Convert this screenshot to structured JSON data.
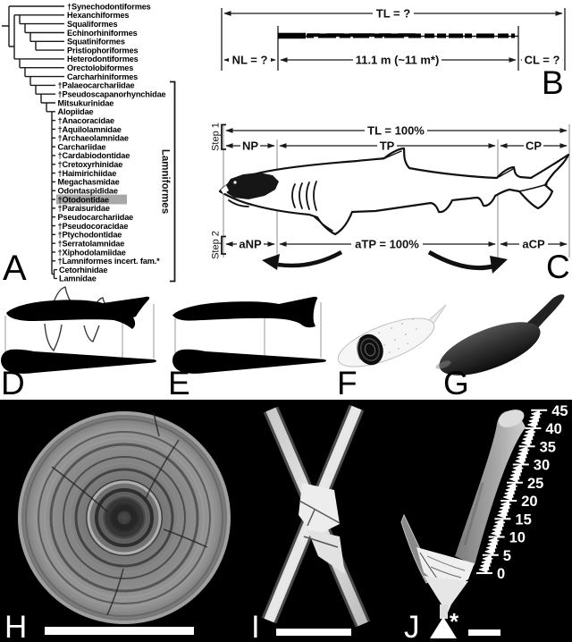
{
  "figure": {
    "colors": {
      "background": "#ffffff",
      "bottom_panel_background": "#000000",
      "otodontidae_highlight": "#a8a8a8",
      "line_color": "#1a1a1a"
    },
    "panels": {
      "A": {
        "label": "A",
        "clade_bracket_label": "Lamniformes",
        "taxa": [
          {
            "name": "†Synechodontiformes",
            "rank": "order",
            "highlighted": false
          },
          {
            "name": "Hexanchiformes",
            "rank": "order",
            "highlighted": false
          },
          {
            "name": "Squaliformes",
            "rank": "order",
            "highlighted": false
          },
          {
            "name": "Echinorhiniformes",
            "rank": "order",
            "highlighted": false
          },
          {
            "name": "Squatiniformes",
            "rank": "order",
            "highlighted": false
          },
          {
            "name": "Pristiophoriformes",
            "rank": "order",
            "highlighted": false
          },
          {
            "name": "Heterodontiformes",
            "rank": "order",
            "highlighted": false
          },
          {
            "name": "Orectolobiformes",
            "rank": "order",
            "highlighted": false
          },
          {
            "name": "Carcharhiniformes",
            "rank": "order",
            "highlighted": false
          },
          {
            "name": "†Palaeocarchariidae",
            "rank": "family",
            "highlighted": false
          },
          {
            "name": "†Pseudoscapanorhynchidae",
            "rank": "family",
            "highlighted": false
          },
          {
            "name": "Mitsukurinidae",
            "rank": "family",
            "highlighted": false
          },
          {
            "name": "Alopiidae",
            "rank": "family",
            "highlighted": false
          },
          {
            "name": "†Anacoracidae",
            "rank": "family",
            "highlighted": false
          },
          {
            "name": "†Aquilolamnidae",
            "rank": "family",
            "highlighted": false
          },
          {
            "name": "†Archaeolamnidae",
            "rank": "family",
            "highlighted": false
          },
          {
            "name": "Carchariidae",
            "rank": "family",
            "highlighted": false
          },
          {
            "name": "†Cardabiodontidae",
            "rank": "family",
            "highlighted": false
          },
          {
            "name": "†Cretoxyrhinidae",
            "rank": "family",
            "highlighted": false
          },
          {
            "name": "†Haimirichiidae",
            "rank": "family",
            "highlighted": false
          },
          {
            "name": "Megachasmidae",
            "rank": "family",
            "highlighted": false
          },
          {
            "name": "Odontaspididae",
            "rank": "family",
            "highlighted": false
          },
          {
            "name": "†Otodontidae",
            "rank": "family",
            "highlighted": true
          },
          {
            "name": "†Paraisuridae",
            "rank": "family",
            "highlighted": false
          },
          {
            "name": "Pseudocarchariidae",
            "rank": "family",
            "highlighted": false
          },
          {
            "name": "†Pseudocoracidae",
            "rank": "family",
            "highlighted": false
          },
          {
            "name": "†Ptychodontidae",
            "rank": "family",
            "highlighted": false
          },
          {
            "name": "†Serratolamnidae",
            "rank": "family",
            "highlighted": false
          },
          {
            "name": "†Xiphodolamiidae",
            "rank": "family",
            "highlighted": false
          },
          {
            "name": "†Lamniformes incert. fam.*",
            "rank": "family",
            "highlighted": false
          },
          {
            "name": "Cetorhinidae",
            "rank": "family",
            "highlighted": false
          },
          {
            "name": "Lamnidae",
            "rank": "family",
            "highlighted": false
          }
        ]
      },
      "B": {
        "label": "B",
        "total_length_label": "TL = ?",
        "nasal_length_label": "NL = ?",
        "vertebral_column_length_label": "11.1 m (~11 m*)",
        "caudal_length_label": "CL = ?"
      },
      "C": {
        "label": "C",
        "step1_label": "Step 1",
        "step2_label": "Step 2",
        "total_length_label": "TL = 100%",
        "np_label": "NP",
        "tp_label": "TP",
        "cp_label": "CP",
        "anp_label": "aNP",
        "atp_label": "aTP = 100%",
        "acp_label": "aCP"
      },
      "D": {
        "label": "D"
      },
      "E": {
        "label": "E"
      },
      "F": {
        "label": "F"
      },
      "G": {
        "label": "G"
      },
      "H": {
        "label": "H"
      },
      "I": {
        "label": "I"
      },
      "J": {
        "label": "J",
        "asterisk_label": "*",
        "ruler": {
          "min": 0,
          "max": 45,
          "step": 5,
          "major_values": [
            0,
            5,
            10,
            15,
            20,
            25,
            30,
            35,
            40,
            45
          ]
        }
      }
    }
  }
}
